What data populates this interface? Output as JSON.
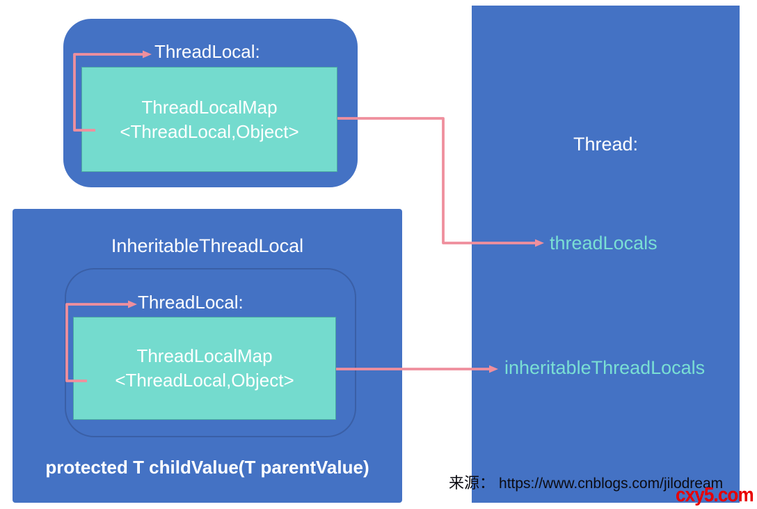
{
  "colors": {
    "box_blue": "#4472C4",
    "map_teal": "#74DBCE",
    "teal_border": "#4BA9A1",
    "inner_border": "#3A5FA6",
    "arrow_pink": "#EF8F9D",
    "field_teal": "#7ADFD4",
    "source_text": "#0B0B12",
    "watermark_red": "#E80000",
    "text_white": "#FFFFFF"
  },
  "boxes": {
    "thread_local": {
      "title": "ThreadLocal:",
      "map_line1": "ThreadLocalMap",
      "map_line2": "<ThreadLocal,Object>"
    },
    "inheritable": {
      "title": "InheritableThreadLocal",
      "inner_title": "ThreadLocal:",
      "map_line1": "ThreadLocalMap",
      "map_line2": "<ThreadLocal,Object>",
      "method_signature": "protected T childValue(T parentValue)"
    },
    "thread": {
      "title": "Thread:",
      "fields": [
        {
          "name": "threadLocals"
        },
        {
          "name": "inheritableThreadLocals"
        }
      ]
    }
  },
  "connections": [
    "ThreadLocalMap<ThreadLocal,Object> (top) -> Thread.threadLocals",
    "InheritableThreadLocal ThreadLocalMap<ThreadLocal,Object> -> Thread.inheritableThreadLocals",
    "ThreadLocalMap (top) -> ThreadLocal: label (self reference)",
    "ThreadLocalMap (inner) -> ThreadLocal: label (self reference)"
  ],
  "footer": {
    "source_label": "来源：",
    "url": "https://www.cnblogs.com/jilodream"
  },
  "watermark": {
    "text": "cxy5.com"
  }
}
